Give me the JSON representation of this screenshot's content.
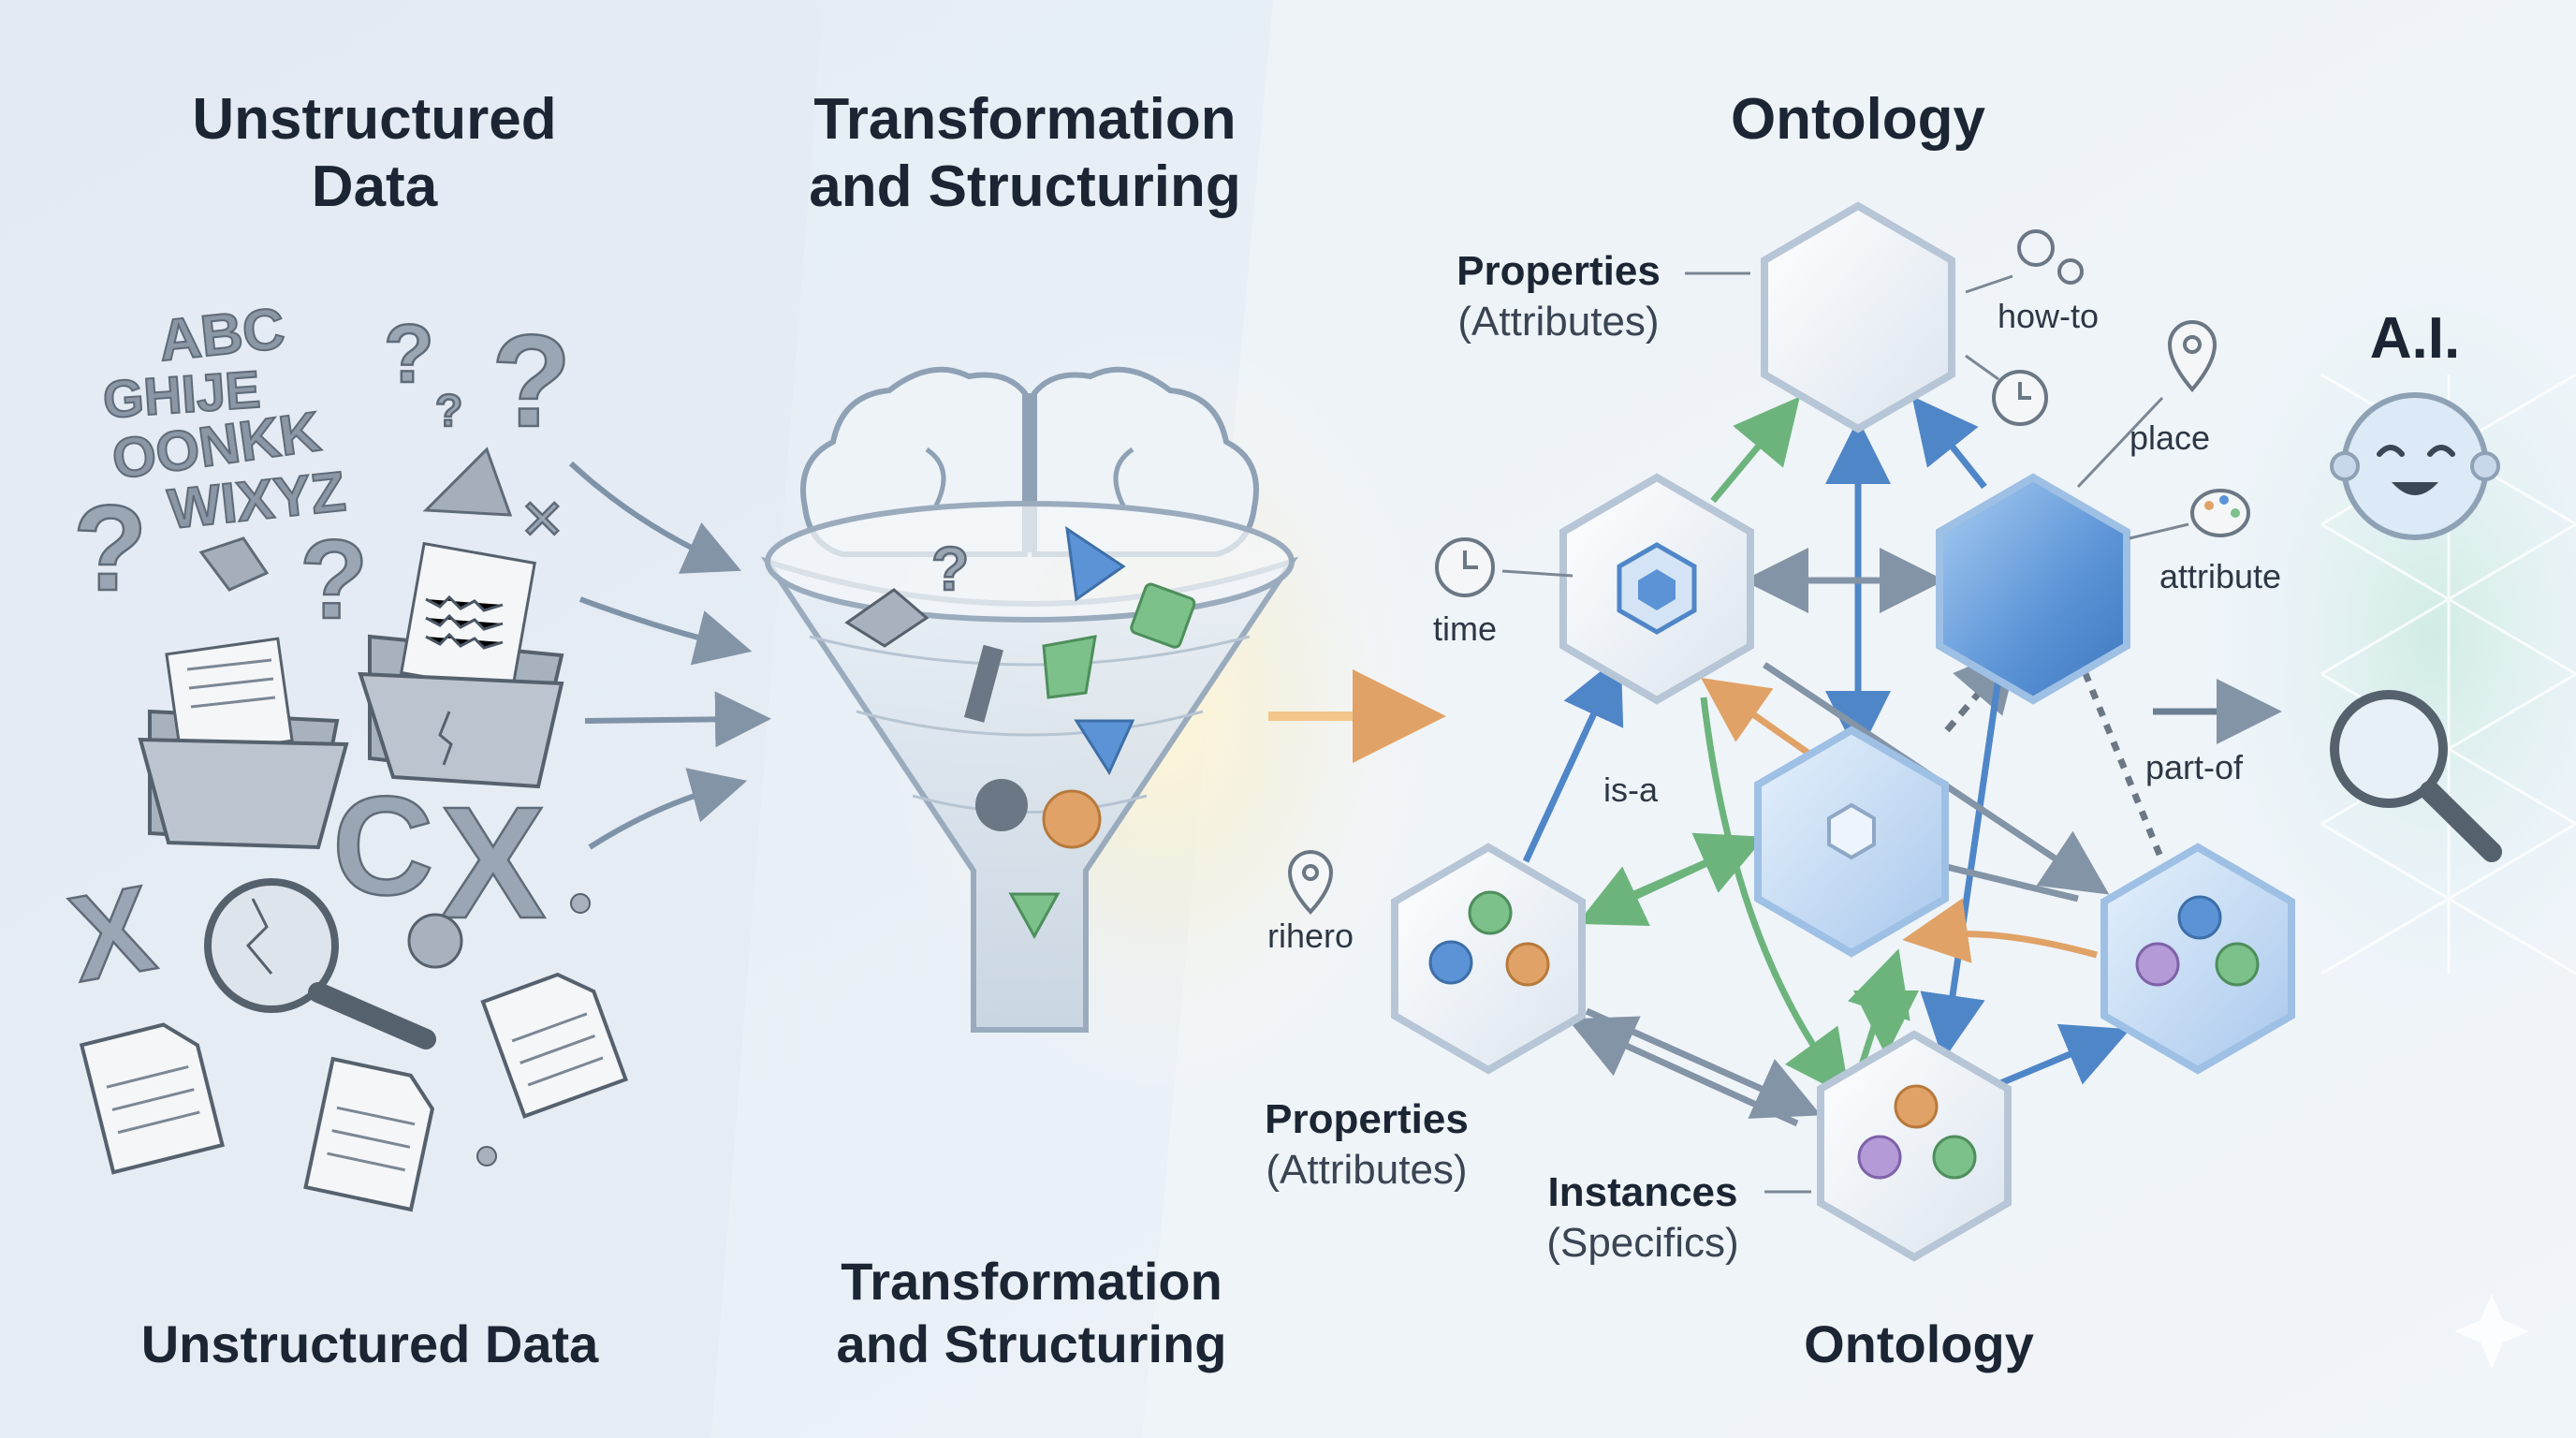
{
  "headings": {
    "unstructured_top": [
      "Unstructured",
      "Data"
    ],
    "transform_top": [
      "Transformation",
      "and Structuring"
    ],
    "ontology_top": "Ontology",
    "unstructured_bottom": "Unstructured Data",
    "transform_bottom": [
      "Transformation",
      "and Structuring"
    ],
    "ontology_bottom": "Ontology",
    "ai": "A.I."
  },
  "scatter_letters": [
    "ABC",
    "GHIJE",
    "OONKK",
    "WIXYZ"
  ],
  "ontology_labels": {
    "properties_top": [
      "Properties",
      "(Attributes)"
    ],
    "properties_bottom": [
      "Properties",
      "(Attributes)"
    ],
    "instances": [
      "Instances",
      "(Specifics)"
    ],
    "how_to": "how-to",
    "place": "place",
    "attribute": "attribute",
    "time": "time",
    "is_a": "is-a",
    "part_of": "part-of",
    "rhero": "rihero"
  },
  "colors": {
    "blue_accent": "#5b93d6",
    "green_arrow": "#7cc08a",
    "orange_arrow": "#e0a266",
    "glass_white": "#f3f7fb"
  }
}
